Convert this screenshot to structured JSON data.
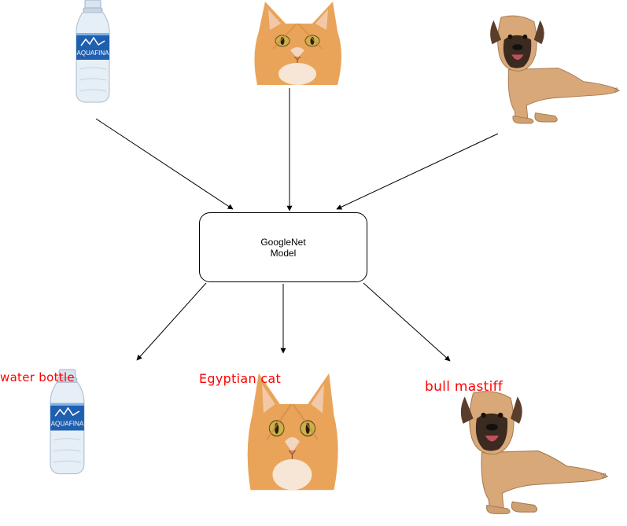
{
  "model": {
    "line1": "GoogleNet",
    "line2": "Model"
  },
  "inputs": [
    {
      "icon": "water-bottle-image"
    },
    {
      "icon": "cat-image"
    },
    {
      "icon": "mastiff-dog-image"
    }
  ],
  "predictions": [
    {
      "label": "water bottle",
      "icon": "water-bottle-image"
    },
    {
      "label": "Egyptian cat",
      "icon": "cat-image"
    },
    {
      "label": "bull mastiff",
      "icon": "mastiff-dog-image"
    }
  ],
  "colors": {
    "prediction_text": "#ff0000",
    "arrow": "#000000",
    "bottle_label": "#1f5fb0",
    "cat_fur": "#e9a45a",
    "dog_fur": "#d9a878"
  }
}
